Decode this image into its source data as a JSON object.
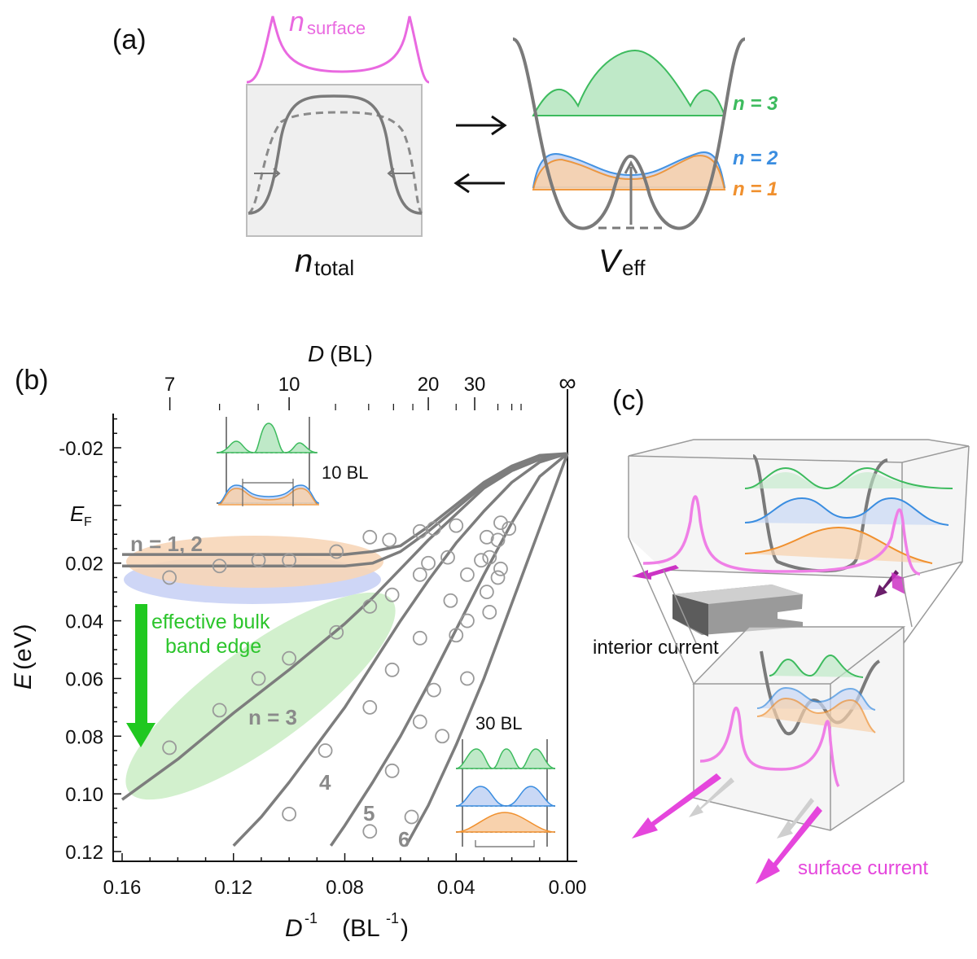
{
  "panel_a": {
    "label": "(a)",
    "n_surface": {
      "main": "n",
      "sub": "surface"
    },
    "n_total": {
      "main": "n",
      "sub": "total"
    },
    "v_eff": {
      "main": "V",
      "sub": "eff"
    },
    "states": [
      {
        "label": "n = 3",
        "color": "#3dbb5e"
      },
      {
        "label": "n = 2",
        "color": "#3a8de0"
      },
      {
        "label": "n = 1",
        "color": "#f0902e"
      }
    ]
  },
  "panel_b": {
    "label": "(b)",
    "top_axis_title": "D (BL)",
    "top_axis_italic": "D",
    "top_axis_unit": "(BL)",
    "top_ticks": [
      "7",
      "10",
      "20",
      "30",
      "∞"
    ],
    "y_axis_title_italic": "E",
    "y_axis_unit": "(eV)",
    "x_axis_title_italic": "D",
    "x_axis_title_sup": "-1",
    "x_axis_unit": "(BL",
    "x_axis_unit_sup": "-1",
    "x_axis_unit_close": ")",
    "y_ticks": [
      "-0.02",
      "0.02",
      "0.04",
      "0.06",
      "0.08",
      "0.10",
      "0.12"
    ],
    "ef_label": {
      "main": "E",
      "sub": "F"
    },
    "x_ticks": [
      "0.16",
      "0.12",
      "0.08",
      "0.04",
      "0.00"
    ],
    "annotations": {
      "n12": "n = 1, 2",
      "n3": "n = 3",
      "n4": "4",
      "n5": "5",
      "n6": "6",
      "bulk_line1": "effective bulk",
      "bulk_line2": "band edge",
      "inset_10bl": "10 BL",
      "inset_30bl": "30 BL"
    }
  },
  "panel_c": {
    "label": "(c)",
    "interior_current": "interior current",
    "surface_current": "surface current"
  },
  "chart_data": {
    "type": "scatter",
    "title": "",
    "xlabel": "D -1 (BL-1)",
    "ylabel": "E (eV)",
    "top_xlabel": "D (BL)",
    "xlim": [
      0.16,
      0.0
    ],
    "ylim": [
      0.12,
      -0.03
    ],
    "y_inverted": true,
    "series": [
      {
        "name": "n = 1, 2",
        "x": [
          0.16,
          0.14,
          0.12,
          0.1,
          0.08,
          0.07,
          0.06,
          0.05,
          0.04,
          0.03,
          0.02,
          0.01,
          0.0
        ],
        "y": [
          0.021,
          0.021,
          0.021,
          0.021,
          0.021,
          0.02,
          0.016,
          0.009,
          0.001,
          -0.007,
          -0.013,
          -0.017,
          -0.018
        ]
      },
      {
        "name": "n = 3",
        "x": [
          0.16,
          0.14,
          0.12,
          0.1,
          0.08,
          0.07,
          0.06,
          0.05,
          0.04,
          0.03,
          0.02,
          0.01,
          0.0
        ],
        "y": [
          0.102,
          0.088,
          0.072,
          0.057,
          0.041,
          0.032,
          0.022,
          0.012,
          0.003,
          -0.006,
          -0.012,
          -0.016,
          -0.018
        ]
      },
      {
        "name": "4",
        "x": [
          0.12,
          0.11,
          0.1,
          0.09,
          0.08,
          0.07,
          0.06,
          0.05,
          0.04,
          0.03,
          0.02,
          0.01,
          0.0
        ],
        "y": [
          0.118,
          0.108,
          0.096,
          0.083,
          0.07,
          0.055,
          0.04,
          0.026,
          0.013,
          0.002,
          -0.008,
          -0.015,
          -0.018
        ]
      },
      {
        "name": "5",
        "x": [
          0.085,
          0.08,
          0.07,
          0.06,
          0.05,
          0.04,
          0.03,
          0.02,
          0.01,
          0.0
        ],
        "y": [
          0.118,
          0.111,
          0.096,
          0.08,
          0.062,
          0.043,
          0.024,
          0.006,
          -0.01,
          -0.018
        ]
      },
      {
        "name": "6",
        "x": [
          0.058,
          0.05,
          0.04,
          0.03,
          0.02,
          0.01,
          0.0
        ],
        "y": [
          0.118,
          0.104,
          0.083,
          0.06,
          0.034,
          0.008,
          -0.018
        ]
      }
    ],
    "points": [
      {
        "x": 0.143,
        "y": 0.025
      },
      {
        "x": 0.125,
        "y": 0.021
      },
      {
        "x": 0.111,
        "y": 0.019
      },
      {
        "x": 0.1,
        "y": 0.019
      },
      {
        "x": 0.083,
        "y": 0.016
      },
      {
        "x": 0.071,
        "y": 0.011
      },
      {
        "x": 0.064,
        "y": 0.012
      },
      {
        "x": 0.053,
        "y": 0.009
      },
      {
        "x": 0.048,
        "y": 0.008
      },
      {
        "x": 0.04,
        "y": 0.007
      },
      {
        "x": 0.143,
        "y": 0.084
      },
      {
        "x": 0.125,
        "y": 0.071
      },
      {
        "x": 0.111,
        "y": 0.06
      },
      {
        "x": 0.1,
        "y": 0.053
      },
      {
        "x": 0.083,
        "y": 0.044
      },
      {
        "x": 0.071,
        "y": 0.035
      },
      {
        "x": 0.063,
        "y": 0.031
      },
      {
        "x": 0.053,
        "y": 0.024
      },
      {
        "x": 0.05,
        "y": 0.02
      },
      {
        "x": 0.043,
        "y": 0.018
      },
      {
        "x": 0.1,
        "y": 0.107
      },
      {
        "x": 0.087,
        "y": 0.085
      },
      {
        "x": 0.071,
        "y": 0.07
      },
      {
        "x": 0.063,
        "y": 0.057
      },
      {
        "x": 0.053,
        "y": 0.046
      },
      {
        "x": 0.042,
        "y": 0.033
      },
      {
        "x": 0.036,
        "y": 0.024
      },
      {
        "x": 0.031,
        "y": 0.019
      },
      {
        "x": 0.029,
        "y": 0.011
      },
      {
        "x": 0.071,
        "y": 0.113
      },
      {
        "x": 0.063,
        "y": 0.092
      },
      {
        "x": 0.053,
        "y": 0.075
      },
      {
        "x": 0.048,
        "y": 0.064
      },
      {
        "x": 0.036,
        "y": 0.06
      },
      {
        "x": 0.036,
        "y": 0.04
      },
      {
        "x": 0.029,
        "y": 0.03
      },
      {
        "x": 0.025,
        "y": 0.025
      },
      {
        "x": 0.028,
        "y": 0.018
      },
      {
        "x": 0.056,
        "y": 0.108
      },
      {
        "x": 0.045,
        "y": 0.08
      },
      {
        "x": 0.04,
        "y": 0.045
      },
      {
        "x": 0.028,
        "y": 0.037
      },
      {
        "x": 0.024,
        "y": 0.022
      },
      {
        "x": 0.025,
        "y": 0.012
      },
      {
        "x": 0.021,
        "y": 0.008
      },
      {
        "x": 0.024,
        "y": 0.006
      }
    ]
  }
}
